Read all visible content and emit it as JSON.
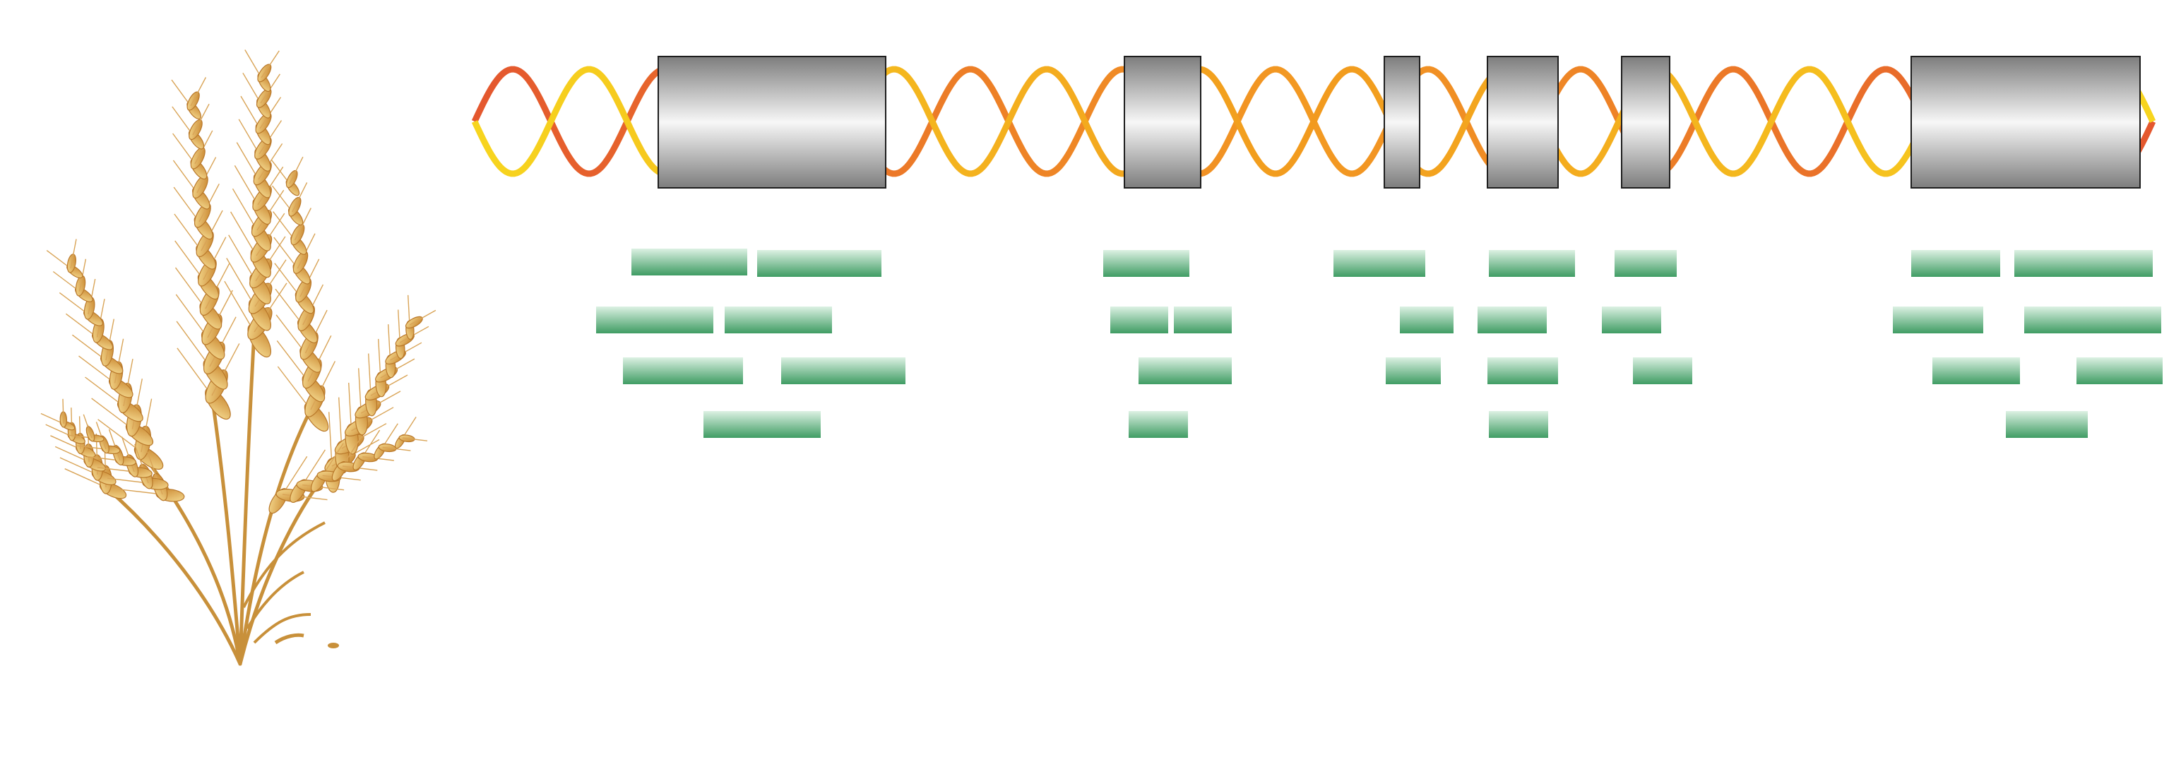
{
  "colors": {
    "background": "#ffffff",
    "helix_yellow": "#f6c51c",
    "helix_orange": "#f29b1f",
    "helix_red": "#e4572e",
    "block_light": "#f4f4f4",
    "block_dark": "#8a8a8a",
    "block_border": "#1e1e1e",
    "bar_light": "#d6eedd",
    "bar_dark": "#45a46a",
    "wheat_light": "#f3d27a",
    "wheat_dark": "#c98a2e"
  },
  "illustration": {
    "plant": "wheat-ears-icon",
    "strand": "dna-double-helix",
    "segments": 6,
    "bar_groups": 5
  }
}
